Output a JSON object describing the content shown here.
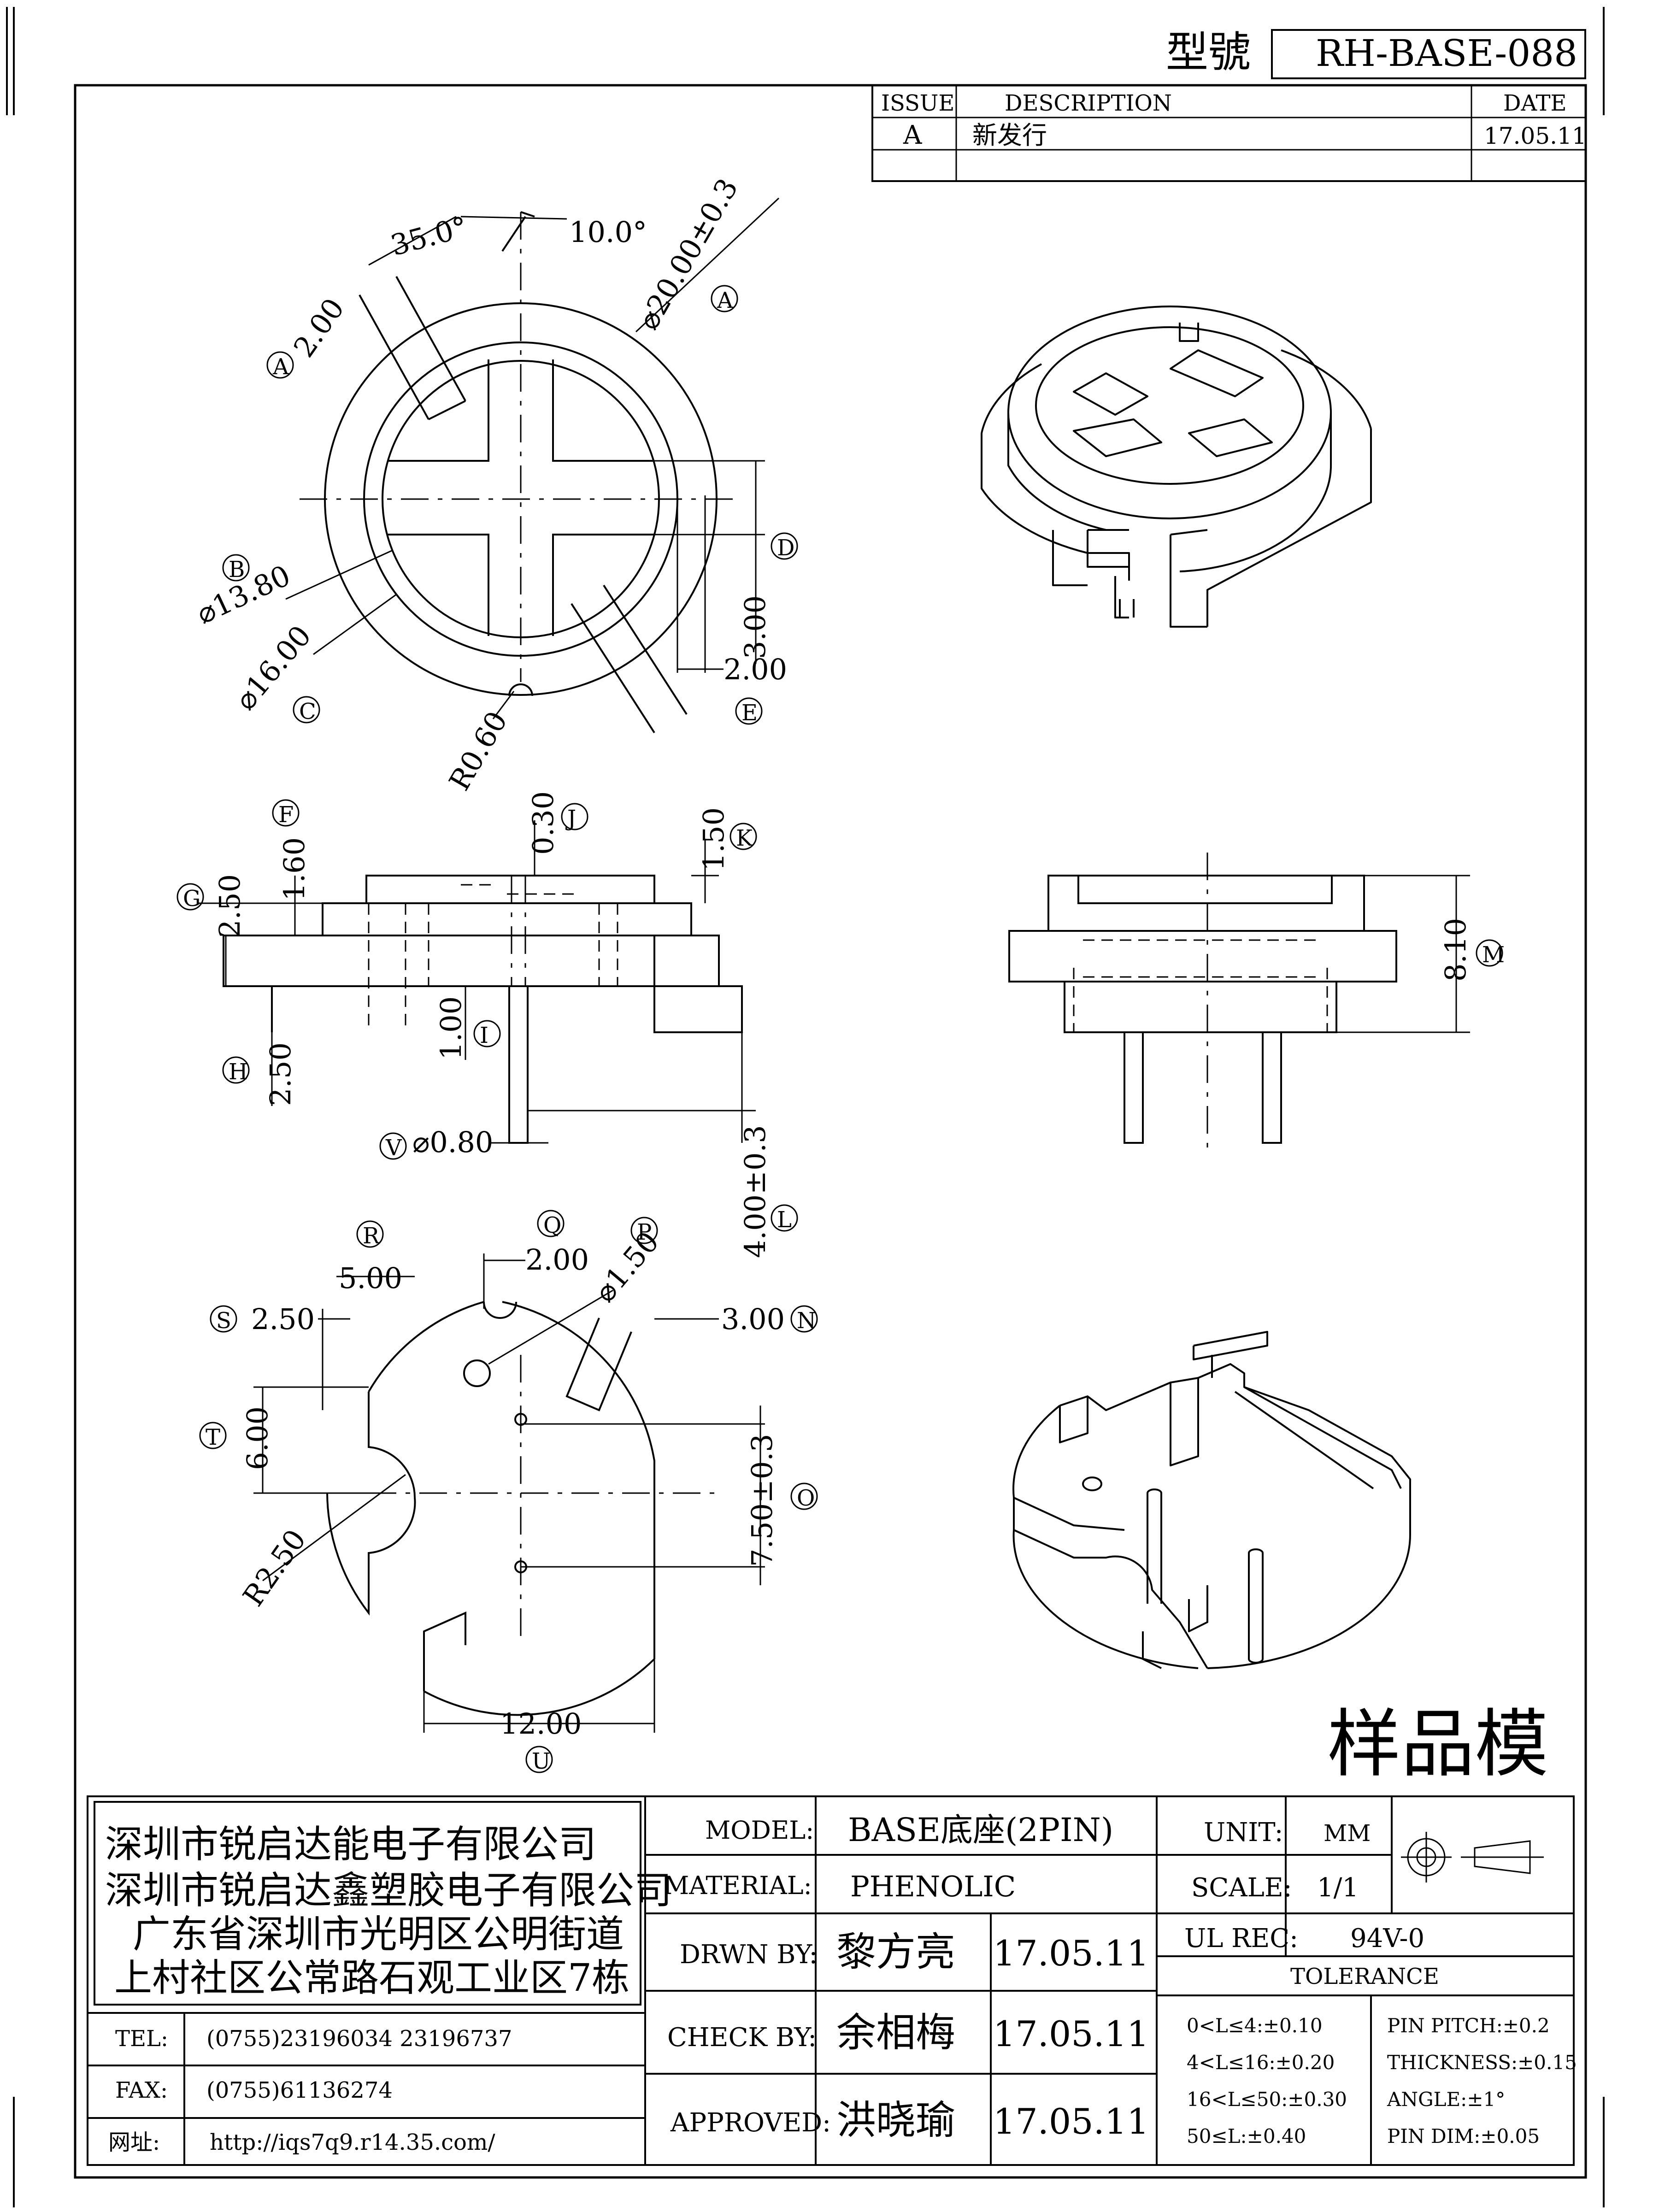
{
  "header": {
    "model_caption": "型號",
    "model_number": "RH-BASE-088"
  },
  "revision_table": {
    "col_issue": "ISSUE",
    "col_description": "DESCRIPTION",
    "col_date": "DATE",
    "rows": [
      {
        "issue": "A",
        "description": "新发行",
        "date": "17.05.11"
      }
    ]
  },
  "top_view": {
    "angle_35": "35.0°",
    "angle_10": "10.0°",
    "dim_phi20": "⌀20.00±0.3",
    "label_a2": "A",
    "dim_slot_a": "2.00",
    "label_a1": "A",
    "label_b": "B",
    "dim_phi1380": "⌀13.80",
    "dim_phi16": "⌀16.00",
    "label_c": "C",
    "dim_r060": "R0.60",
    "dim_300": "3.00",
    "label_d": "D",
    "dim_200e": "2.00",
    "label_e": "E"
  },
  "side_view": {
    "label_f": "F",
    "dim_160": "1.60",
    "label_g": "G",
    "dim_250g": "2.50",
    "dim_030": "0.30",
    "label_j": "J",
    "dim_150": "1.50",
    "label_k": "K",
    "label_h": "H",
    "dim_250h": "2.50",
    "dim_100": "1.00",
    "label_i": "I",
    "label_v": "V",
    "dim_phi080": "⌀0.80",
    "dim_400": "4.00±0.3",
    "label_l": "L"
  },
  "front_view": {
    "dim_810": "8.10",
    "label_m": "M"
  },
  "bottom_view": {
    "label_r": "R",
    "dim_500": "5.00",
    "label_q": "Q",
    "dim_200q": "2.00",
    "label_p": "P",
    "dim_phi150": "⌀1.50",
    "label_s": "S",
    "dim_250s": "2.50",
    "dim_300n": "3.00",
    "label_n": "N",
    "label_t": "T",
    "dim_600": "6.00",
    "dim_750": "7.50±0.3",
    "label_o": "O",
    "dim_r250": "R2.50",
    "dim_1200": "12.00",
    "label_u": "U"
  },
  "stamp": "样品模",
  "title_block": {
    "company_lines": [
      "深圳市锐启达能电子有限公司",
      "深圳市锐启达鑫塑胶电子有限公司",
      "广东省深圳市光明区公明街道",
      "上村社区公常路石观工业区7栋"
    ],
    "tel_label": "TEL:",
    "tel_value": "(0755)23196034  23196737",
    "fax_label": "FAX:",
    "fax_value": "(0755)61136274",
    "web_label": "网址:",
    "web_value": "http://iqs7q9.r14.35.com/",
    "model_label": "MODEL:",
    "model_value": "BASE底座(2PIN)",
    "material_label": "MATERIAL:",
    "material_value": "PHENOLIC",
    "drawn_label": "DRWN BY:",
    "drawn_name": "黎方亮",
    "drawn_date": "17.05.11",
    "check_label": "CHECK BY:",
    "check_name": "余相梅",
    "check_date": "17.05.11",
    "approved_label": "APPROVED:",
    "approved_name": "洪晓瑜",
    "approved_date": "17.05.11",
    "unit_label": "UNIT:",
    "unit_value": "MM",
    "scale_label": "SCALE:",
    "scale_value": "1/1",
    "ul_label": "UL REC:",
    "ul_value": "94V-0",
    "tolerance_title": "TOLERANCE",
    "tolerance_left": [
      "0<L≤4:±0.10",
      "4<L≤16:±0.20",
      "16<L≤50:±0.30",
      "50≤L:±0.40"
    ],
    "tolerance_right": [
      "PIN PITCH:±0.2",
      "THICKNESS:±0.15",
      "ANGLE:±1°",
      "PIN DIM:±0.05"
    ]
  }
}
